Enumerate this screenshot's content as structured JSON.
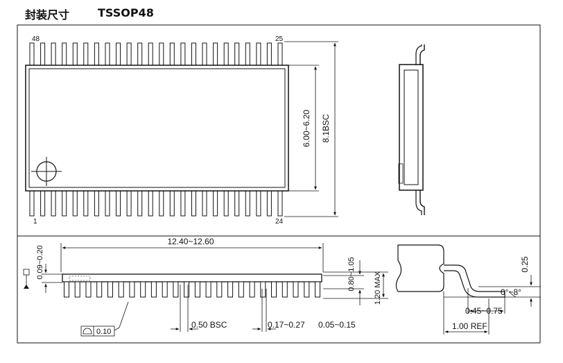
{
  "header": {
    "title": "封装尺寸",
    "package": "TSSOP48"
  },
  "top_view": {
    "pin_top_left": "48",
    "pin_top_right": "25",
    "pin_bottom_left": "1",
    "pin_bottom_right": "24",
    "dim_body_width": "6.00~6.20",
    "dim_total_width": "8.1BSC"
  },
  "front_view": {
    "dim_length": "12.40~12.60",
    "dim_standoff": "0.09~0.20",
    "dim_body_height": "0.80~1.05",
    "dim_max_height": "1.20 MAX",
    "dim_pitch": "0.50 BSC",
    "dim_lead_width": "0.17~0.27",
    "dim_standoff_range": "0.05~0.15",
    "flatness_value": "0.10"
  },
  "detail_view": {
    "dim_gauge": "0.25",
    "dim_angle": "0°~8°",
    "dim_foot": "0.45~0.75",
    "dim_ref": "1.00 REF"
  }
}
